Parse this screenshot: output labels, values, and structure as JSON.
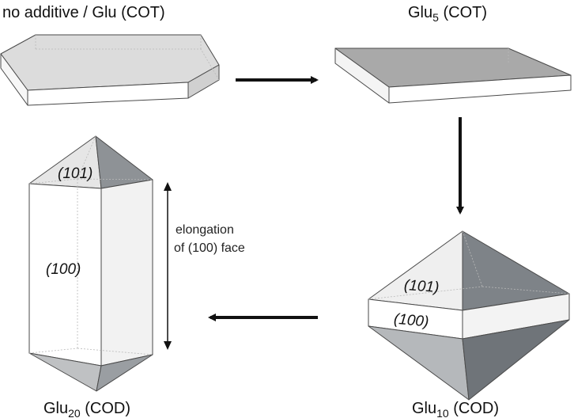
{
  "figure": {
    "labels": {
      "no_additive": {
        "text": "no additive  / Glu (COT)"
      },
      "glu5": {
        "base": "Glu",
        "sub": "5",
        "rest": " (COT)"
      },
      "glu10": {
        "base": "Glu",
        "sub": "10",
        "rest": " (COD)"
      },
      "glu20": {
        "base": "Glu",
        "sub": "20",
        "rest": " (COD)"
      }
    },
    "faces": {
      "bipyramid_top": "(101)",
      "bipyramid_band": "(100)",
      "prism_cap": "(101)",
      "prism_side": "(100)"
    },
    "annotation": {
      "line1": "elongation",
      "line2": "of (100) face"
    }
  }
}
